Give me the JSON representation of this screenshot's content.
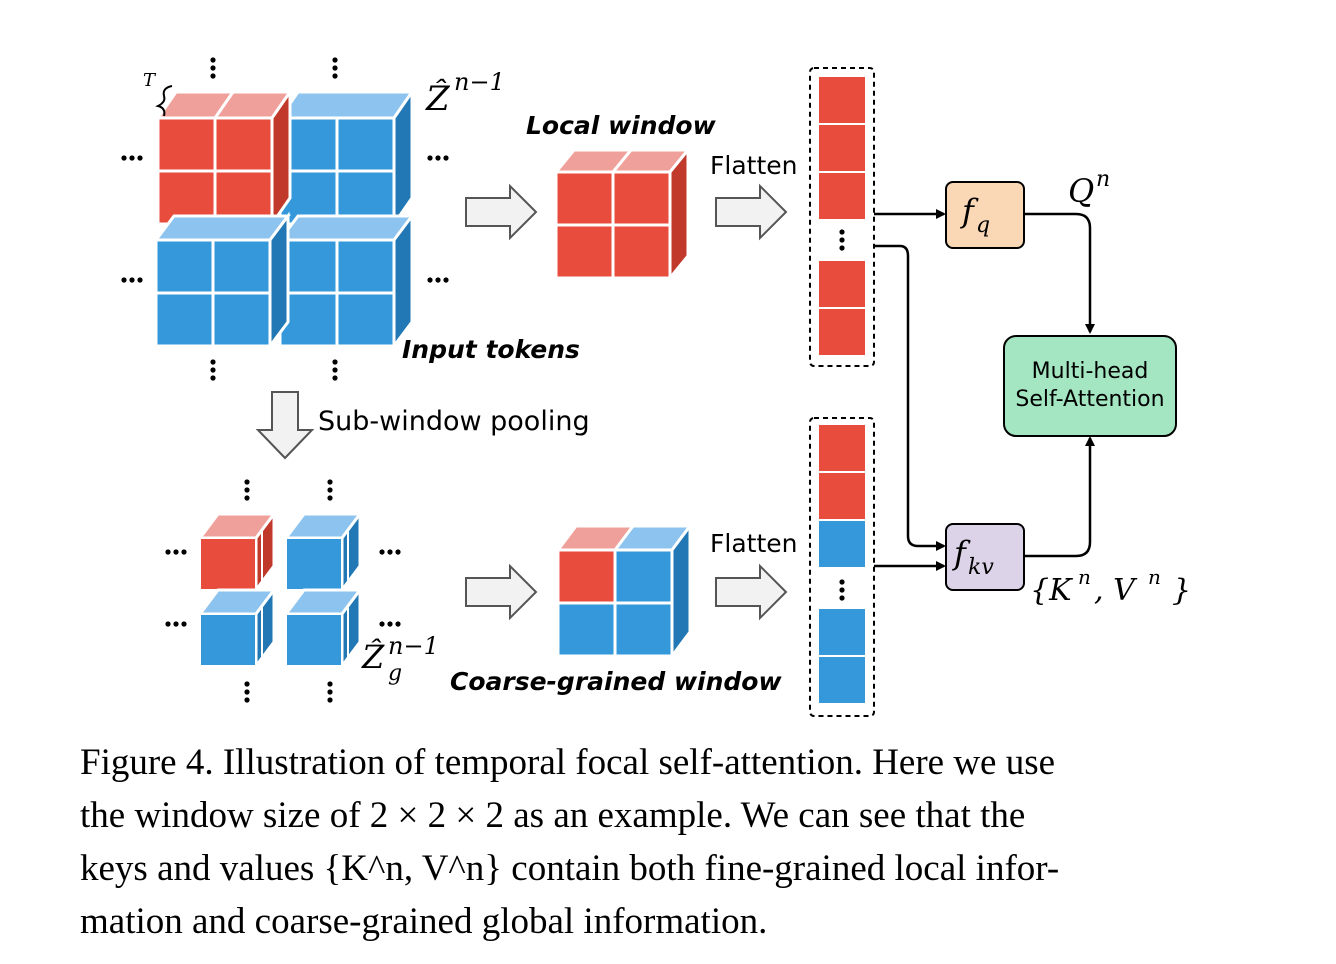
{
  "labels": {
    "T": "T",
    "z_hat": "Ẑ",
    "z_sup": "n−1",
    "zg_sub": "g",
    "local_window": "Local window",
    "input_tokens": "Input tokens",
    "sub_window_pooling": "Sub-window pooling",
    "coarse_window": "Coarse-grained window",
    "flatten": "Flatten",
    "fq": "f",
    "fq_sub": "q",
    "fkv": "f",
    "fkv_sub": "kv",
    "Q": "Q",
    "Q_sup": "n",
    "kv_set": "{K",
    "kv_set_sup1": "n",
    "kv_set_mid": ", V",
    "kv_set_sup2": "n",
    "kv_set_end": "}",
    "mhsa_line1": "Multi-head",
    "mhsa_line2": "Self-Attention",
    "ellipsis": "…"
  },
  "colors": {
    "red": "#e84c3d",
    "red_top": "#f0a09a",
    "red_side": "#c0392b",
    "blue": "#3498db",
    "blue_top": "#8cc4ef",
    "blue_side": "#2178b5",
    "fq_fill": "#fad7b5",
    "fkv_fill": "#dcd3e8",
    "mhsa_fill": "#a3e6c1"
  },
  "caption": {
    "line1": "Figure 4. Illustration of temporal focal self-attention. Here we use",
    "line2": "the window size of 2 × 2 × 2 as an example. We can see that the",
    "line3": "keys and values {K^n, V^n} contain both fine-grained local infor-",
    "line4": "mation and coarse-grained global information."
  }
}
